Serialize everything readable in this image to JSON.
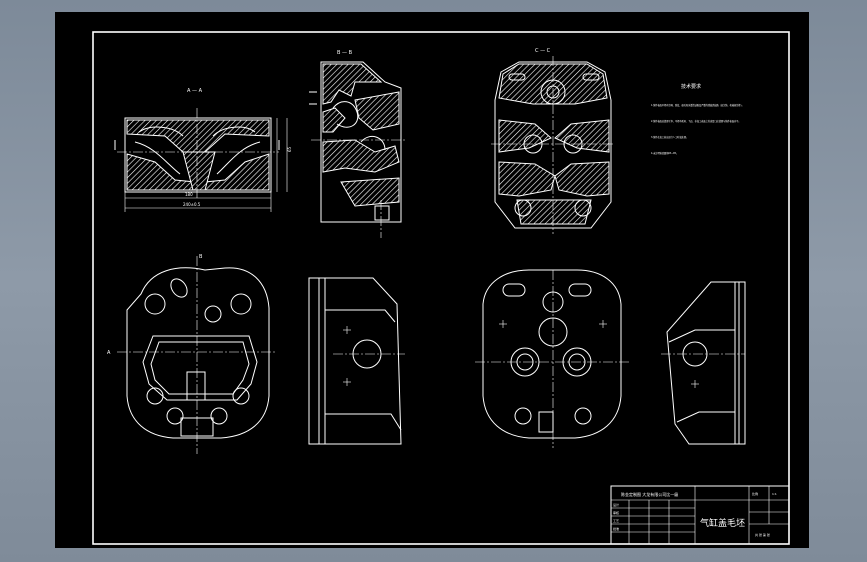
{
  "drawing": {
    "section_labels": {
      "aa": "A — A",
      "bb": "B — B",
      "cc": "C — C",
      "view_a": "A",
      "view_b": "B"
    },
    "dimensions": {
      "left_length": "180",
      "left_total": "240±0.5",
      "left_height": "65"
    },
    "tech_requirements": {
      "title": "技术要求",
      "lines": [
        "1.铸件表面不得有冷隔、裂纹、缩孔和穿透性缺陷及严重的残缺类缺陷（如欠铸、机械损伤等）。",
        "2.铸件表面应清理干净，不得有毛刺、飞边、非加工表面上的浇冒口应清理与铸件表面齐平。",
        "3.铸件在加工前应进行人工时效处理。",
        "4.未注明铸造圆角R3~R5。"
      ]
    },
    "title_block": {
      "design_title": "气缸盖毛坯",
      "left_title": "陈金定制图 大龙有限公司比一级",
      "row_labels": [
        "设计",
        "审核",
        "工艺",
        "批准"
      ],
      "scale_label": "比例",
      "scale_value": "1:1",
      "sheet_label": "共 张 第 张"
    }
  }
}
